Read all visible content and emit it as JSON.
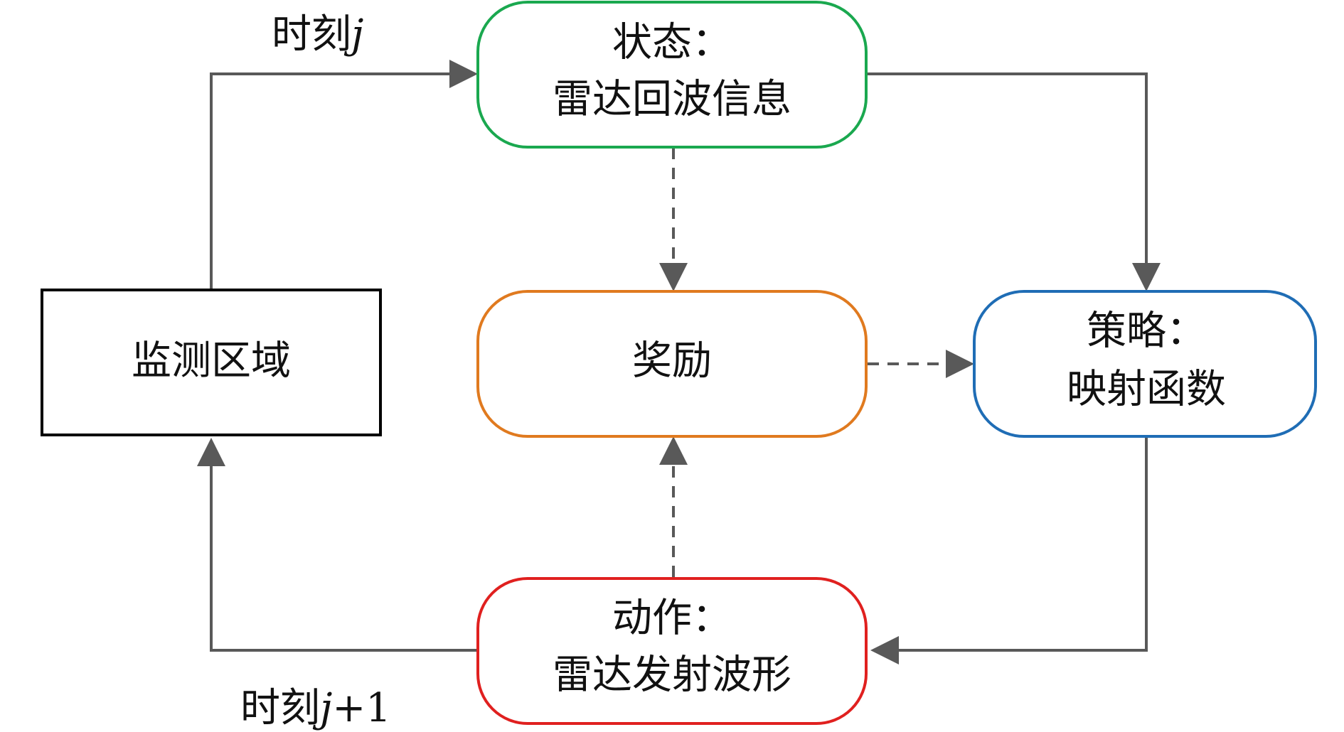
{
  "nodes": {
    "monitor": {
      "label": "监测区域",
      "border": "#000000"
    },
    "state": {
      "label_line1": "状态：",
      "label_line2": "雷达回波信息",
      "border": "#1aa84f"
    },
    "reward": {
      "label": "奖励",
      "border": "#e07a1f"
    },
    "policy": {
      "label_line1": "策略：",
      "label_line2": "映射函数",
      "border": "#1f6db5"
    },
    "action": {
      "label_line1": "动作：",
      "label_line2": "雷达发射波形",
      "border": "#e0201f"
    }
  },
  "edges": {
    "time_j": {
      "prefix": "时刻",
      "var": "j"
    },
    "time_j1": {
      "prefix": "时刻",
      "var": "j",
      "suffix": "+1"
    }
  },
  "colors": {
    "arrow": "#595959"
  }
}
